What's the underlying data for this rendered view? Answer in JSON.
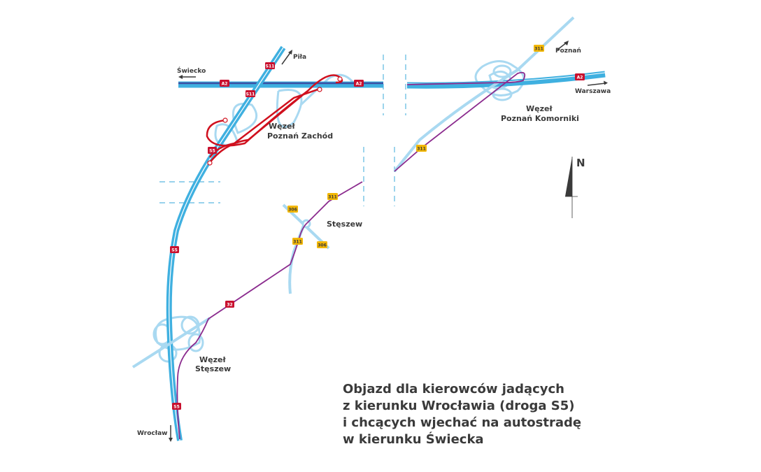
{
  "colors": {
    "motorway": "#3fb0e0",
    "ramp": "#a9d9f1",
    "a2_center": "#3b4fa3",
    "detour_red": "#d0101e",
    "detour_purple": "#8b2b8e",
    "badge_red": "#c8102e",
    "badge_yellow": "#f2b705"
  },
  "directions": {
    "swiecko": "Świecko",
    "pila": "Piła",
    "poznan": "Poznań",
    "warszawa": "Warszawa",
    "wroclaw": "Wrocław"
  },
  "junctions": {
    "poznan_zachod": [
      "Węzeł",
      "Poznań Zachód"
    ],
    "poznan_komorniki": [
      "Węzeł",
      "Poznań Komorniki"
    ],
    "steszew_town": "Stęszew",
    "steszew_junction": [
      "Węzeł",
      "Stęszew"
    ]
  },
  "badges": {
    "a2": "A2",
    "s11": "S11",
    "s5": "S5",
    "r311": "311",
    "r306": "306",
    "r32": "32"
  },
  "compass": "N",
  "caption": [
    "Objazd dla kierowców jadących",
    "z kierunku Wrocławia (droga S5)",
    "i chcących wjechać na autostradę",
    "w kierunku Świecka"
  ]
}
